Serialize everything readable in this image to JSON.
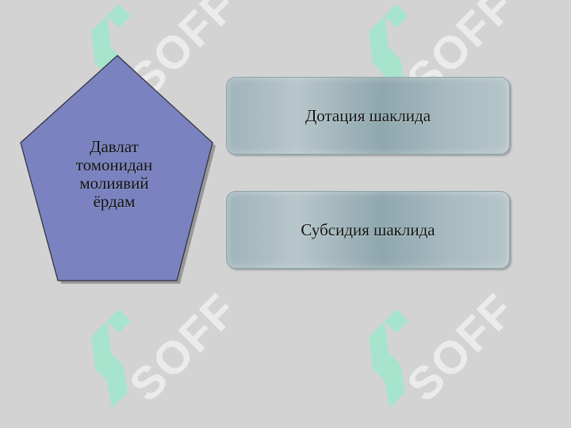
{
  "diagram": {
    "central_shape": {
      "lines": [
        "Давлат",
        "томонидан",
        "молиявий",
        "ёрдам"
      ],
      "fill": "#7a83bf",
      "stroke": "#2d2d3a"
    },
    "options": [
      {
        "label": "Дотация шаклида"
      },
      {
        "label": "Субсидия шаклида"
      }
    ]
  },
  "watermark": {
    "text": "SOFF",
    "text_color": "#ffffff",
    "logo_color": "#9fe7cd"
  },
  "colors": {
    "background": "#d3d3d3",
    "box_gradient_base": "#9fb4bb"
  }
}
